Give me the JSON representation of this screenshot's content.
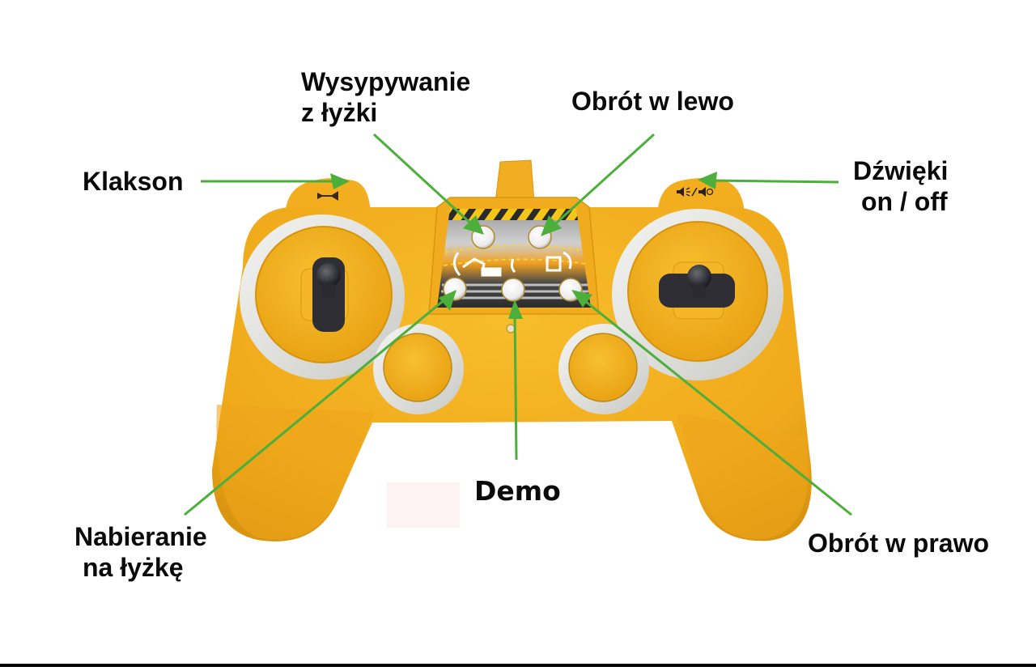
{
  "diagram": {
    "subject": "RC excavator remote controller",
    "colors": {
      "body": "#f2b01e",
      "body_shade": "#d8920e",
      "ring": "#e8e8e6",
      "arrow": "#4caf3c",
      "text": "#0a0a0a",
      "panel_dark": "#3a3a3a",
      "hazard_yellow": "#f5c518"
    },
    "labels": {
      "horn": "Klakson",
      "dump_bucket_line1": "Wysypywanie",
      "dump_bucket_line2": "z łyżki",
      "rotate_left": "Obrót w lewo",
      "sound_line1": "Dźwięki",
      "sound_line2": "on / off",
      "scoop_line1": "Nabieranie",
      "scoop_line2": "na łyżkę",
      "demo": "Demo",
      "rotate_right": "Obrót w prawo"
    },
    "icons": {
      "horn": "horn-icon",
      "sound_toggle": "speaker-on-off-icon"
    }
  }
}
